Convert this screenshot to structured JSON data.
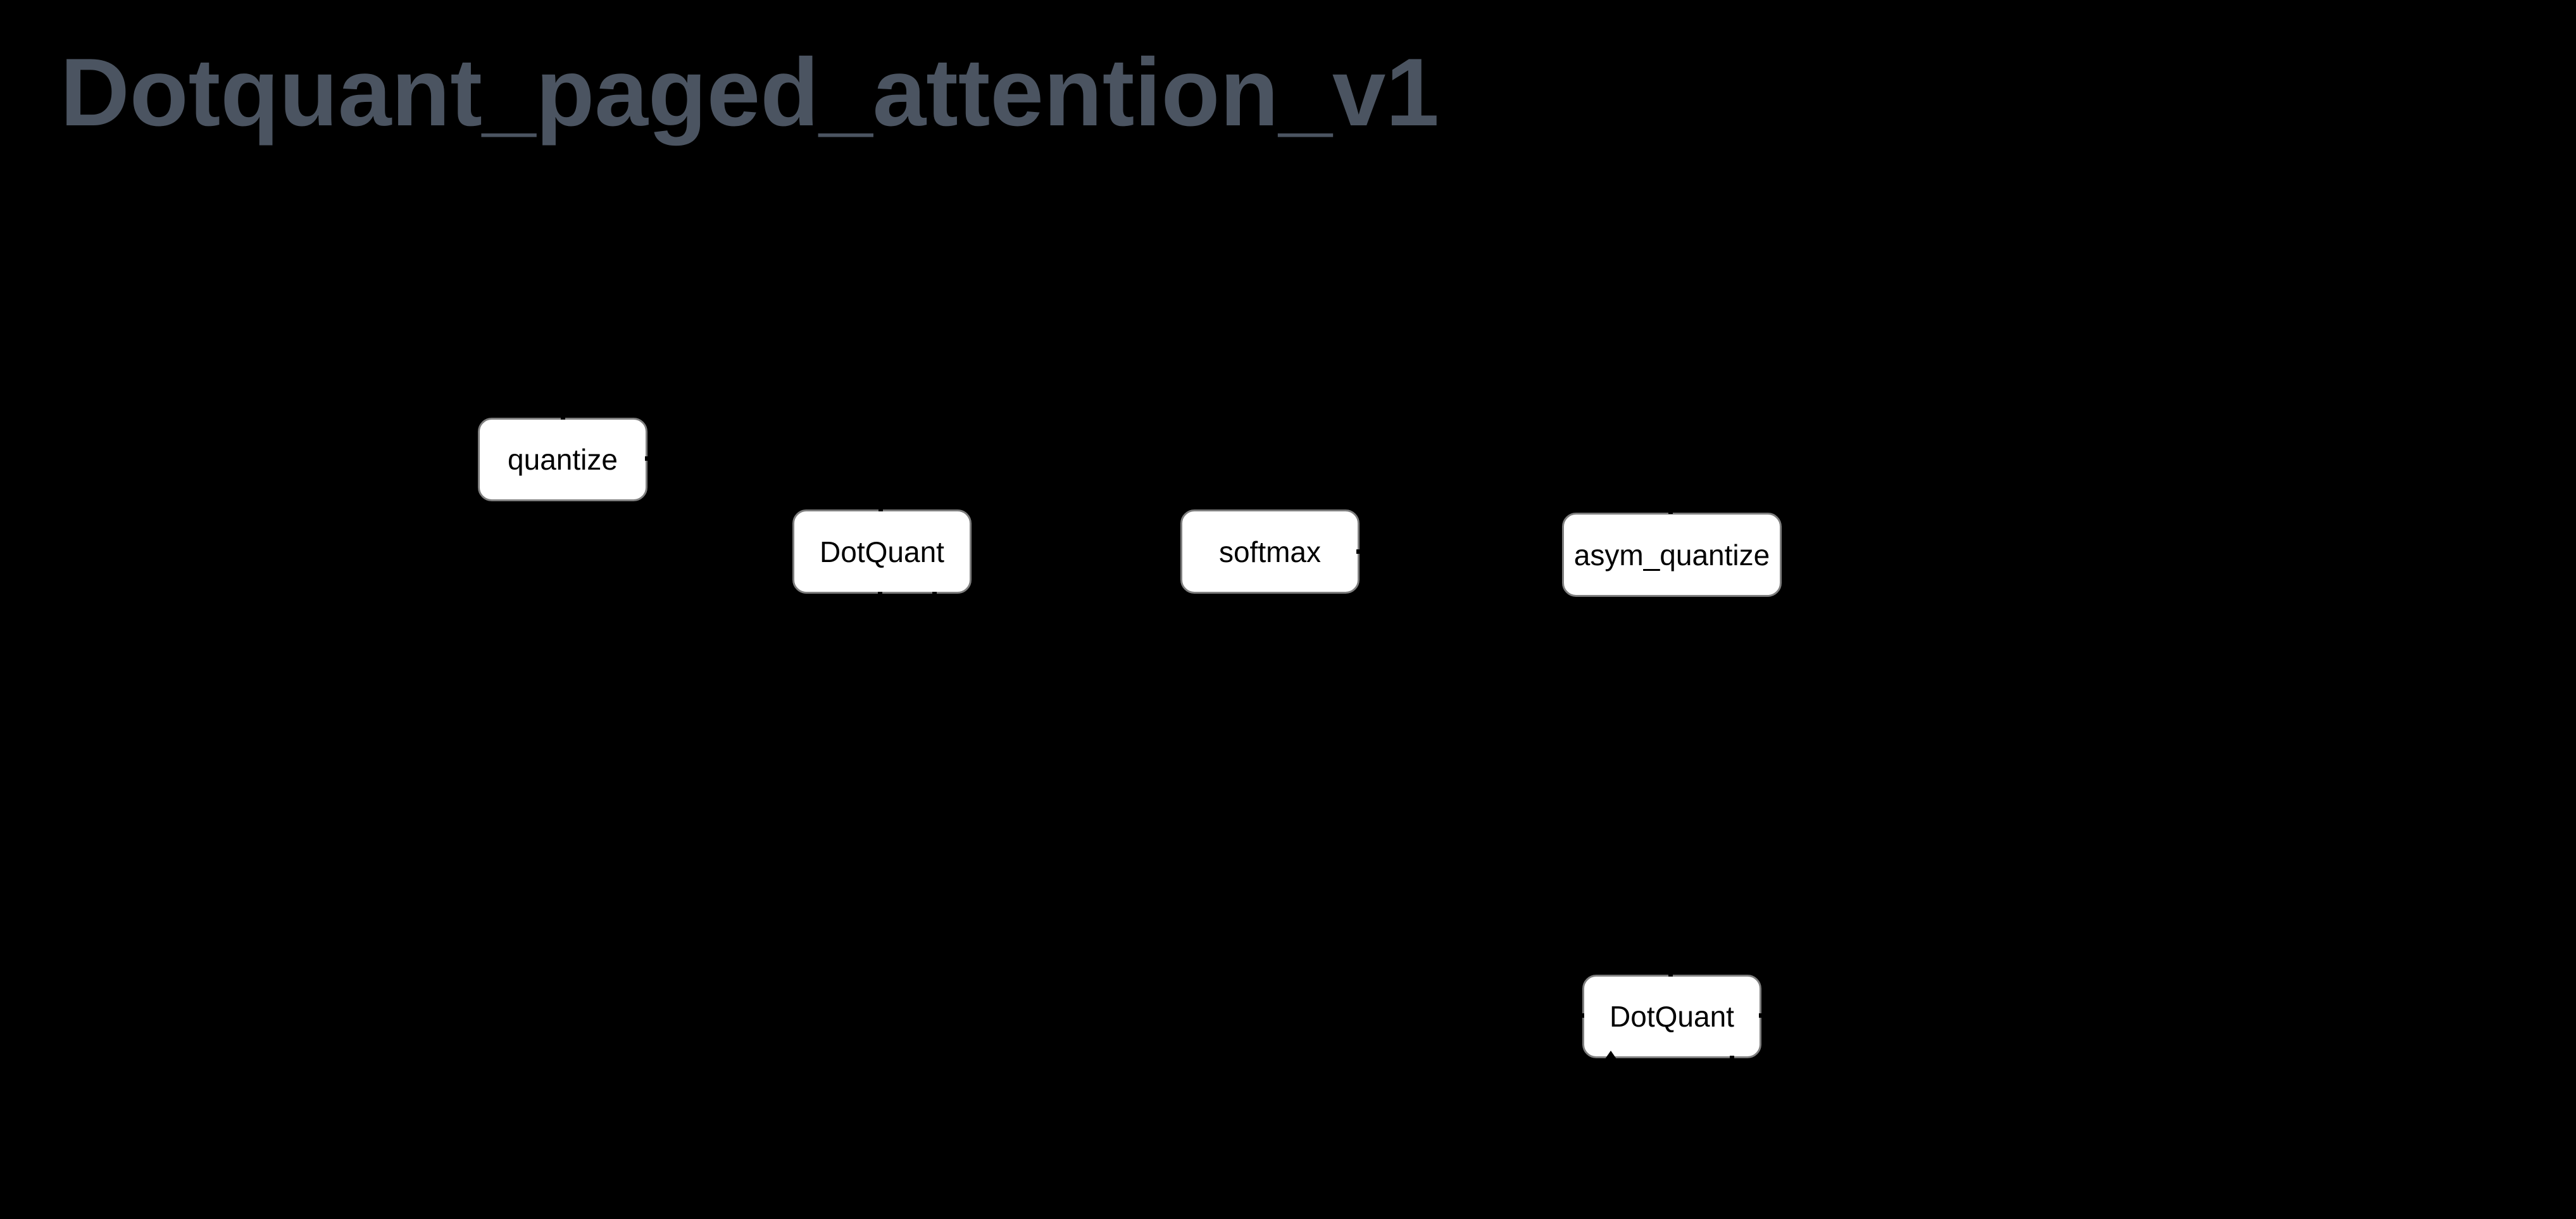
{
  "title": "Dotquant_paged_attention_v1",
  "colors": {
    "background": "#000000",
    "title": "#4b5461",
    "node_fill": "#ffffff",
    "node_border": "#7f7f7f",
    "node_text": "#000000",
    "connector": "#000000"
  },
  "nodes": [
    {
      "id": "quantize",
      "label": "quantize"
    },
    {
      "id": "dotquant-1",
      "label": "DotQuant"
    },
    {
      "id": "softmax",
      "label": "softmax"
    },
    {
      "id": "asym-quantize",
      "label": "asym_quantize"
    },
    {
      "id": "dotquant-2",
      "label": "DotQuant"
    }
  ]
}
